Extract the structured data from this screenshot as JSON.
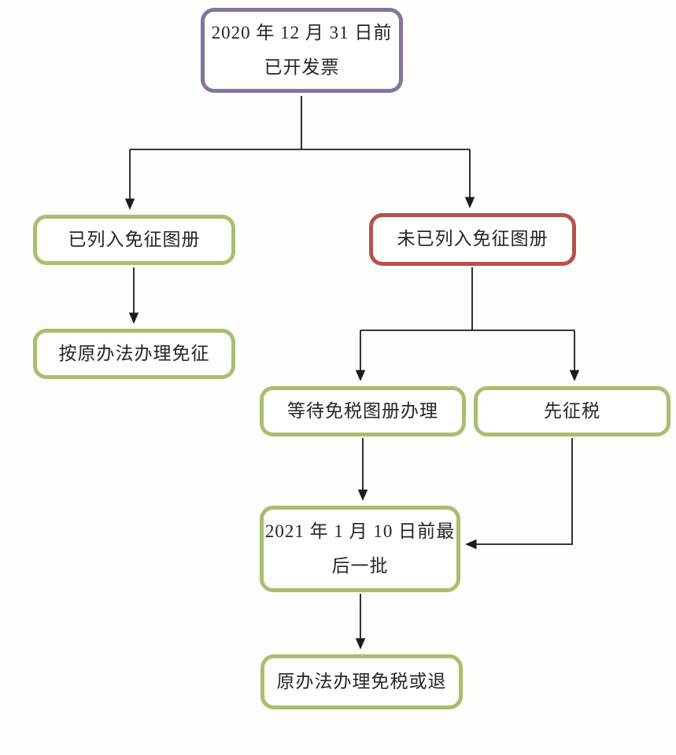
{
  "diagram": {
    "type": "flowchart",
    "topic": "2020-2021 invoice tax exemption handling flow",
    "nodes": {
      "invoiced": {
        "line1": "2020 年 12 月 31 日前",
        "line2": "已开发票",
        "variant": "purple"
      },
      "listed": {
        "line1": "已列入免征图册",
        "variant": "green"
      },
      "not_listed": {
        "line1": "未已列入免征图册",
        "variant": "red"
      },
      "orig_exempt": {
        "line1": "按原办法办理免征",
        "variant": "green"
      },
      "wait_cat": {
        "line1": "等待免税图册办理",
        "variant": "green"
      },
      "tax_first": {
        "line1": "先征税",
        "variant": "green"
      },
      "deadline": {
        "line1": "2021 年 1 月 10 日前最",
        "line2": "后一批",
        "variant": "green"
      },
      "final": {
        "line1": "原办法办理免税或退",
        "variant": "green"
      }
    },
    "edges": [
      {
        "from": "invoiced",
        "to": "listed"
      },
      {
        "from": "invoiced",
        "to": "not_listed"
      },
      {
        "from": "listed",
        "to": "orig_exempt"
      },
      {
        "from": "not_listed",
        "to": "wait_cat"
      },
      {
        "from": "not_listed",
        "to": "tax_first"
      },
      {
        "from": "wait_cat",
        "to": "deadline"
      },
      {
        "from": "tax_first",
        "to": "deadline"
      },
      {
        "from": "deadline",
        "to": "final"
      }
    ]
  },
  "colors": {
    "purple_border": "#84739f",
    "green_border": "#a6c06e",
    "red_border": "#b8514e",
    "connector": "#1c1c1c",
    "text": "#262626",
    "background": "#fdfdfc",
    "node_fill": "#fffefe"
  }
}
